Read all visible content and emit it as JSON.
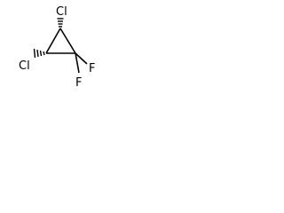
{
  "molecule": {
    "atoms": {
      "cl_top": "Cl",
      "cl_left": "Cl",
      "f_right": "F",
      "f_bottom": "F"
    },
    "colors": {
      "bond": "#000000",
      "text": "#000000",
      "background": "#ffffff"
    }
  }
}
